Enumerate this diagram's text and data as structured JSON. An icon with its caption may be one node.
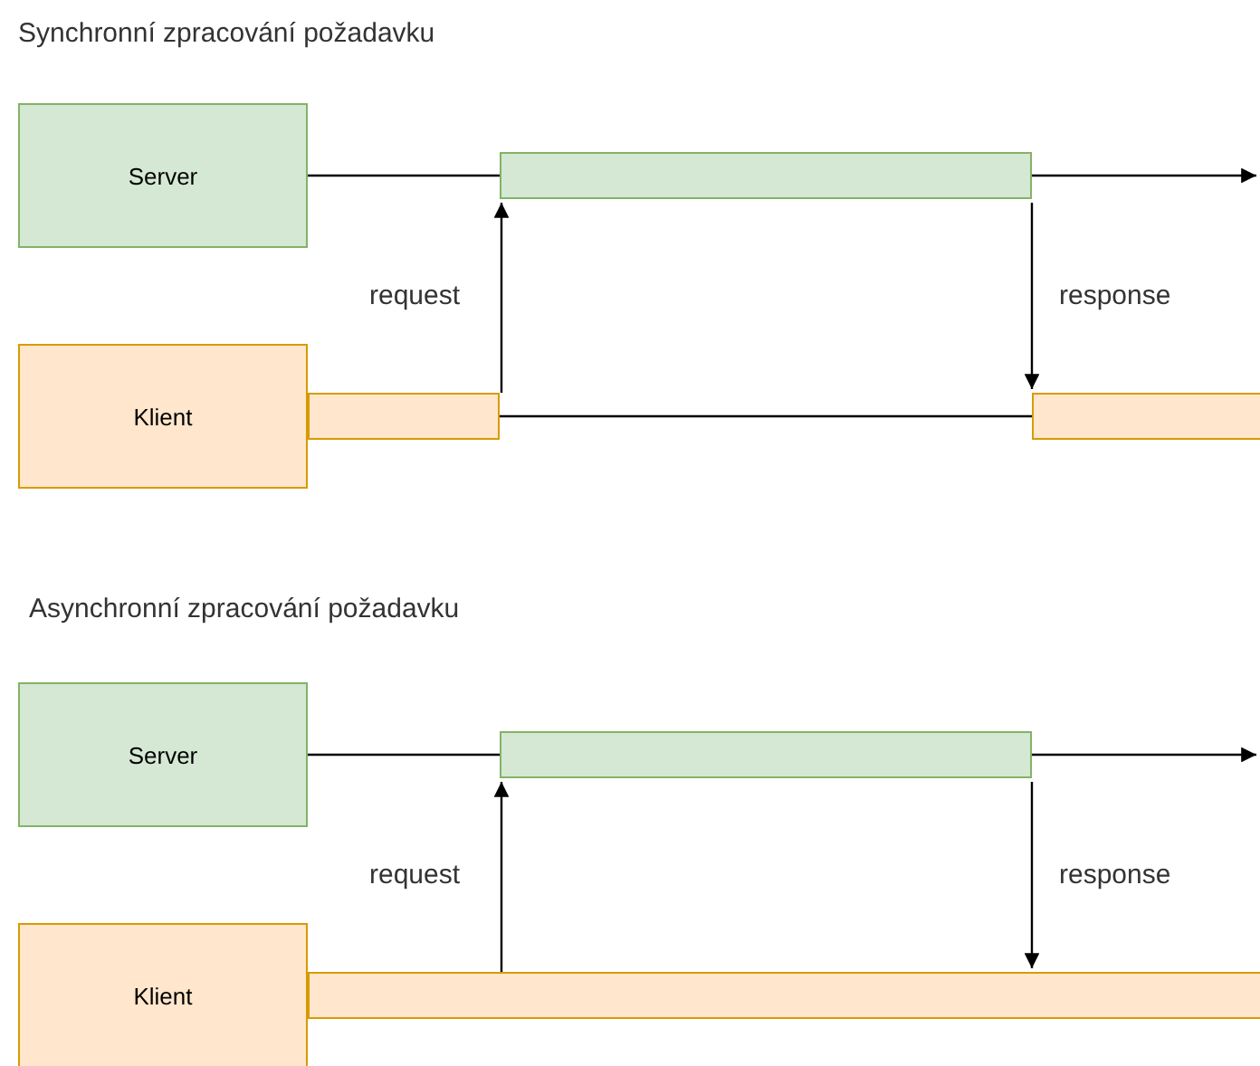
{
  "diagram": {
    "nodes": [
      {
        "text": [
          "Server"
        ]
      },
      {
        "text": [
          "Klient"
        ]
      },
      {
        "text": [],
        "shape": "bar"
      },
      {
        "text": [],
        "shape": "bar"
      },
      {
        "text": [],
        "shape": "bar"
      },
      {
        "text": [
          "Server"
        ]
      },
      {
        "text": [
          "Klient"
        ]
      },
      {
        "text": [],
        "shape": "bar"
      },
      {
        "text": [],
        "shape": "bar"
      }
    ],
    "edges": [
      {
        "from": 0,
        "to": 2,
        "arrow": "none"
      },
      {
        "from": 2,
        "to": null,
        "arrow": "to"
      },
      {
        "from": 3,
        "to": 2,
        "arrow": "to",
        "label": "request"
      },
      {
        "from": 2,
        "to": 4,
        "arrow": "to",
        "label": "response"
      },
      {
        "from": 3,
        "to": 4,
        "arrow": "none"
      },
      {
        "from": 5,
        "to": 7,
        "arrow": "none"
      },
      {
        "from": 7,
        "to": null,
        "arrow": "to"
      },
      {
        "from": 8,
        "to": 7,
        "arrow": "to",
        "label": "request"
      },
      {
        "from": 7,
        "to": 8,
        "arrow": "to",
        "label": "response"
      }
    ],
    "labels": [
      "Synchronní zpracování požadavku",
      "Asynchronní zpracování požadavku"
    ]
  }
}
